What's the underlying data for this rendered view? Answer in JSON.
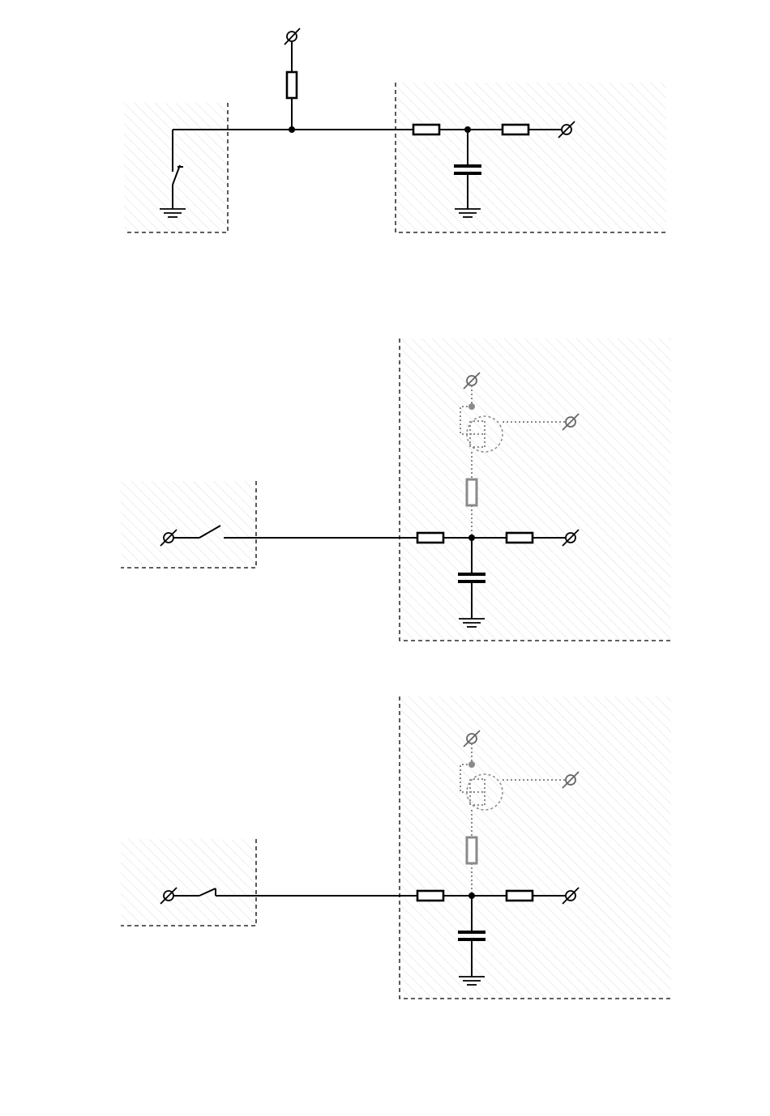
{
  "diagram": {
    "panels": [
      {
        "id": "panel-1",
        "switch": "normally-closed",
        "has_transistor_branch": false
      },
      {
        "id": "panel-2",
        "switch": "normally-open",
        "has_transistor_branch": true
      },
      {
        "id": "panel-3",
        "switch": "push-button",
        "has_transistor_branch": true
      }
    ],
    "colors": {
      "wire": "#000000",
      "inactive_branch": "#8a8a8a",
      "hatch": "#e2e2e2",
      "background": "#ffffff"
    },
    "icons": [
      "terminal-icon",
      "resistor-icon",
      "capacitor-icon",
      "ground-icon",
      "switch-icon",
      "transistor-icon"
    ]
  }
}
